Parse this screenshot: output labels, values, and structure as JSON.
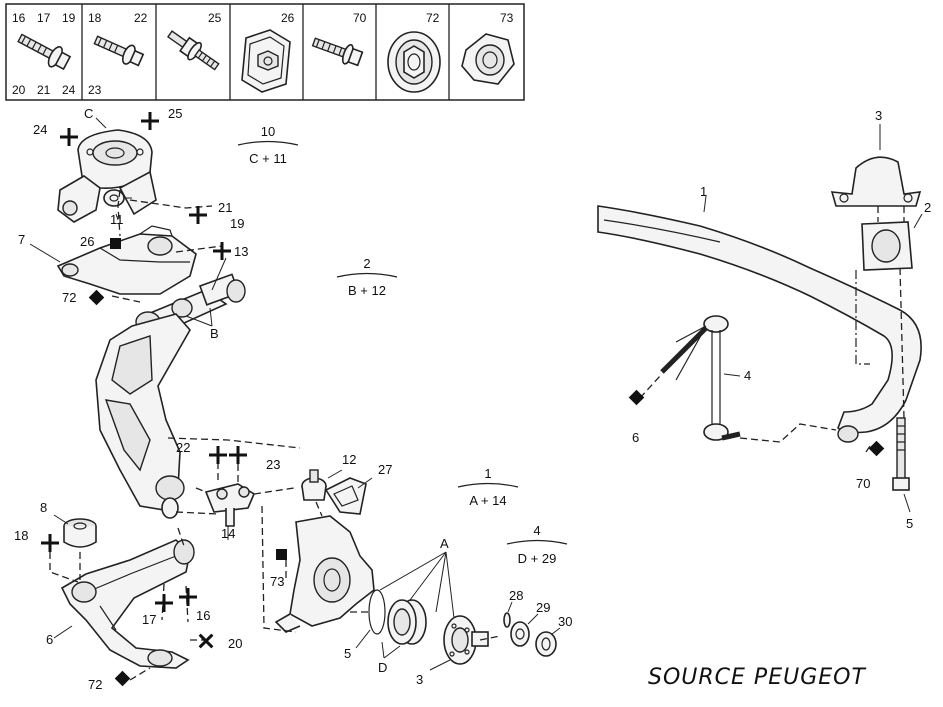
{
  "header_table": {
    "cells": [
      {
        "top": [
          "16",
          "17",
          "19"
        ],
        "bottom": [
          "20",
          "21",
          "24"
        ]
      },
      {
        "top": [
          "18",
          "22"
        ],
        "bottom": [
          "23"
        ]
      },
      {
        "top": [
          "25"
        ],
        "bottom": []
      },
      {
        "top": [
          "26"
        ],
        "bottom": []
      },
      {
        "top": [
          "70"
        ],
        "bottom": []
      },
      {
        "top": [
          "72"
        ],
        "bottom": []
      },
      {
        "top": [
          "73"
        ],
        "bottom": []
      }
    ]
  },
  "fractions": [
    {
      "top": "10",
      "bottom": "C + 11"
    },
    {
      "top": "2",
      "bottom": "B + 12"
    },
    {
      "top": "1",
      "bottom": "A + 14"
    },
    {
      "top": "4",
      "bottom": "D + 29"
    }
  ],
  "callouts": {
    "c24": "24",
    "c25": "25",
    "cC": "C",
    "c11": "11",
    "c21": "21",
    "c19": "19",
    "c7": "7",
    "c26": "26",
    "c13": "13",
    "c72a": "72",
    "cB": "B",
    "c22": "22",
    "c23": "23",
    "c12": "12",
    "c27": "27",
    "c14": "14",
    "c8": "8",
    "c18": "18",
    "c73": "73",
    "c17": "17",
    "c16": "16",
    "c6": "6",
    "c20": "20",
    "c72b": "72",
    "cA": "A",
    "c5": "5",
    "cD": "D",
    "c3": "3",
    "c28": "28",
    "c29": "29",
    "c30": "30",
    "r1": "1",
    "r3": "3",
    "r2": "2",
    "r4": "4",
    "r6": "6",
    "r70": "70",
    "r5": "5"
  },
  "source_text": "SOURCE PEUGEOT"
}
